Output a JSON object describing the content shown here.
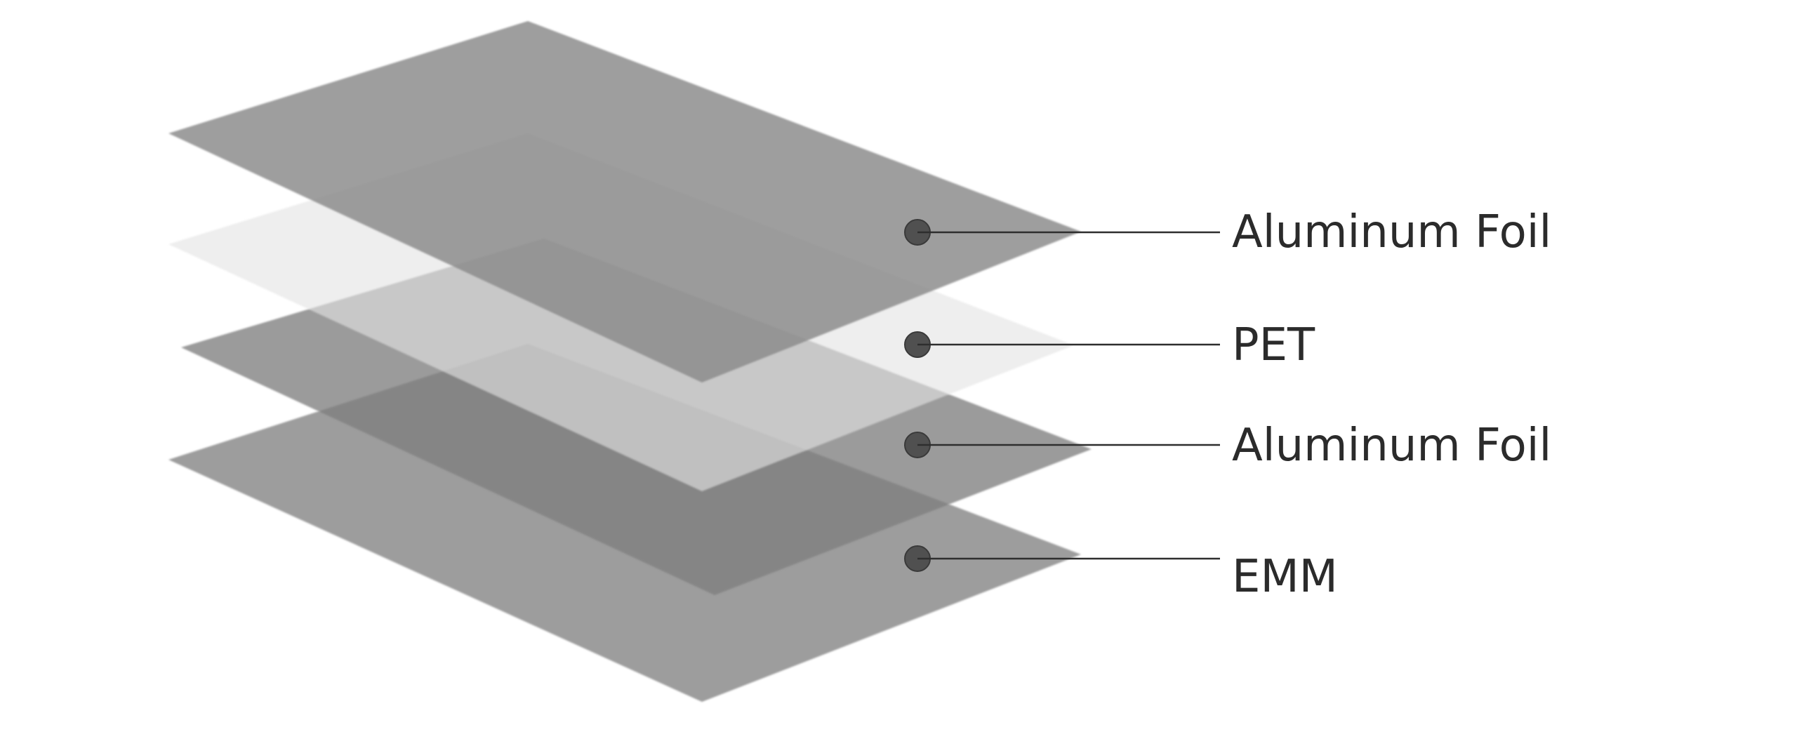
{
  "layers": [
    {
      "label": "Aluminum Foil",
      "color": "#8f8f8f"
    },
    {
      "label": "PET",
      "color": "#e6e6e6"
    },
    {
      "label": "Aluminum Foil",
      "color": "#8f8f8f"
    },
    {
      "label": "EMM",
      "color": "#8f8f8f"
    }
  ],
  "colors": {
    "background": "#ffffff",
    "label_text": "#2b2b2b",
    "leader_line": "#2e2e2e",
    "marker": "#505050"
  }
}
